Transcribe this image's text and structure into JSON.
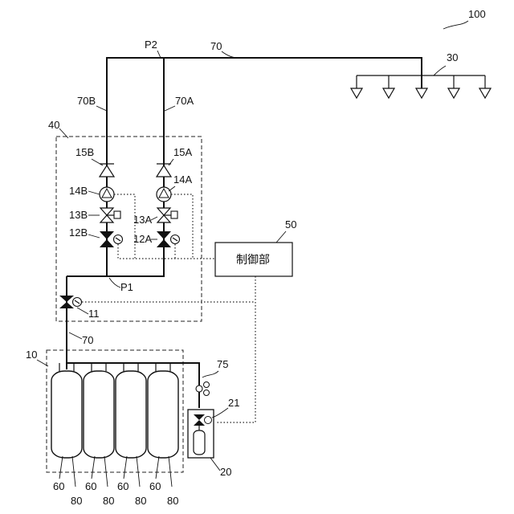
{
  "labels": {
    "system": "100",
    "pipe_main": "70",
    "pipe_lower": "70",
    "point_p2": "P2",
    "point_p1": "P1",
    "nozzles": "30",
    "branch_b": "70B",
    "branch_a": "70A",
    "valve_unit": "40",
    "check_b": "15B",
    "check_a": "15A",
    "pump_b": "14B",
    "pump_a": "14A",
    "manual_b": "13B",
    "manual_a": "13A",
    "solenoid_b": "12B",
    "solenoid_a": "12A",
    "main_valve": "11",
    "controller_num": "50",
    "controller_text": "制御部",
    "storage": "10",
    "pressure_line": "75",
    "starter_valve": "21",
    "starter": "20",
    "cylinder_60_1": "60",
    "cylinder_60_2": "60",
    "cylinder_60_3": "60",
    "cylinder_60_4": "60",
    "valve_80_1": "80",
    "valve_80_2": "80",
    "valve_80_3": "80",
    "valve_80_4": "80"
  },
  "colors": {
    "line": "#111111",
    "background": "#ffffff"
  }
}
